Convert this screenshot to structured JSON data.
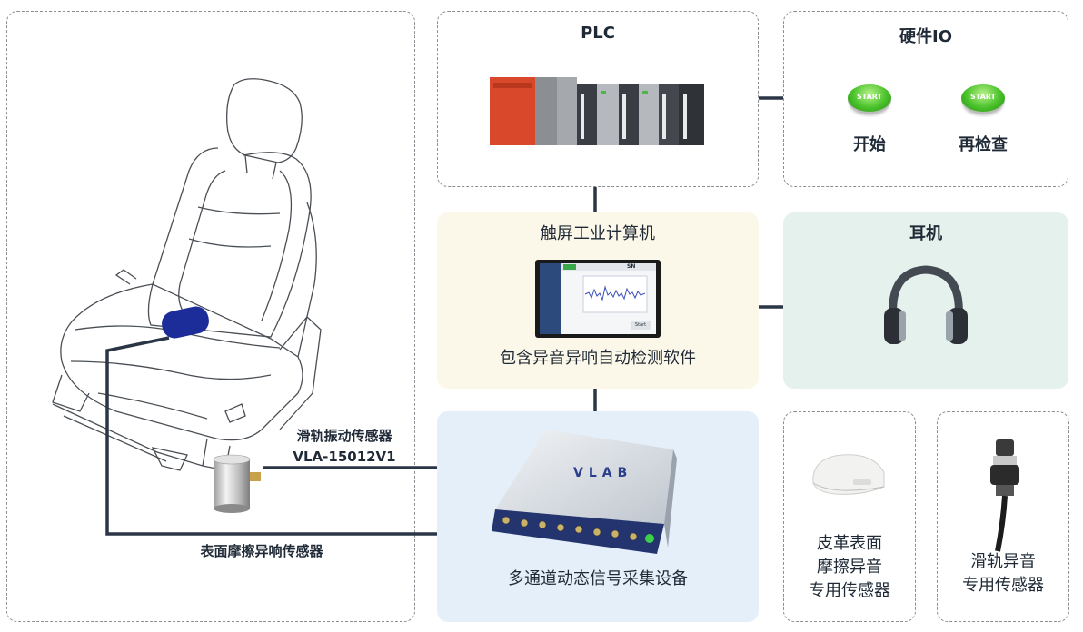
{
  "plc": {
    "title": "PLC"
  },
  "hardware_io": {
    "title": "硬件IO",
    "buttons": [
      {
        "face": "START",
        "label": "开始"
      },
      {
        "face": "START",
        "label": "再检查"
      }
    ]
  },
  "computer": {
    "title": "触屏工业计算机",
    "caption": "包含异音异响自动检测软件",
    "screen_sn": "SN",
    "screen_start": "Start"
  },
  "headphone": {
    "title": "耳机"
  },
  "daq": {
    "caption": "多通道动态信号采集设备",
    "logo": "VLAB"
  },
  "leather_sensor": {
    "caption_lines": [
      "皮革表面",
      "摩擦异音",
      "专用传感器"
    ]
  },
  "rail_sensor": {
    "caption_lines": [
      "滑轨异音",
      "专用传感器"
    ]
  },
  "seat": {
    "vibration_sensor_label": "滑轨振动传感器",
    "vibration_sensor_model": "VLA-15012V1",
    "surface_sensor_label": "表面摩擦异响传感器"
  },
  "colors": {
    "connector": "#2a3646",
    "computer_bg": "#fcf8e9",
    "headphone_bg": "#e5f1ec",
    "daq_bg": "#e4eff9"
  }
}
